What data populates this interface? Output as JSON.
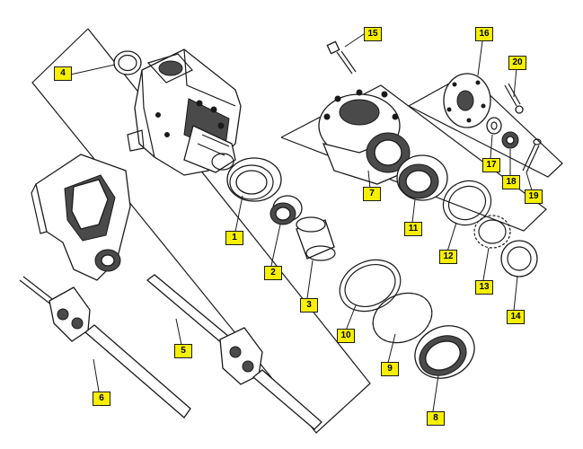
{
  "diagram": {
    "colors": {
      "callout_fill": "#f6f000",
      "ink": "#1a1a1a",
      "background": "#ffffff"
    },
    "callouts": [
      {
        "id": "c1",
        "label": "1"
      },
      {
        "id": "c2",
        "label": "2"
      },
      {
        "id": "c3",
        "label": "3"
      },
      {
        "id": "c4",
        "label": "4"
      },
      {
        "id": "c5",
        "label": "5"
      },
      {
        "id": "c6",
        "label": "6"
      },
      {
        "id": "c7",
        "label": "7"
      },
      {
        "id": "c8",
        "label": "8"
      },
      {
        "id": "c9",
        "label": "9"
      },
      {
        "id": "c10",
        "label": "10"
      },
      {
        "id": "c11",
        "label": "11"
      },
      {
        "id": "c12",
        "label": "12"
      },
      {
        "id": "c13",
        "label": "13"
      },
      {
        "id": "c14",
        "label": "14"
      },
      {
        "id": "c15",
        "label": "15"
      },
      {
        "id": "c16",
        "label": "16"
      },
      {
        "id": "c17",
        "label": "17"
      },
      {
        "id": "c18",
        "label": "18"
      },
      {
        "id": "c19",
        "label": "19"
      },
      {
        "id": "c20",
        "label": "20"
      }
    ]
  }
}
